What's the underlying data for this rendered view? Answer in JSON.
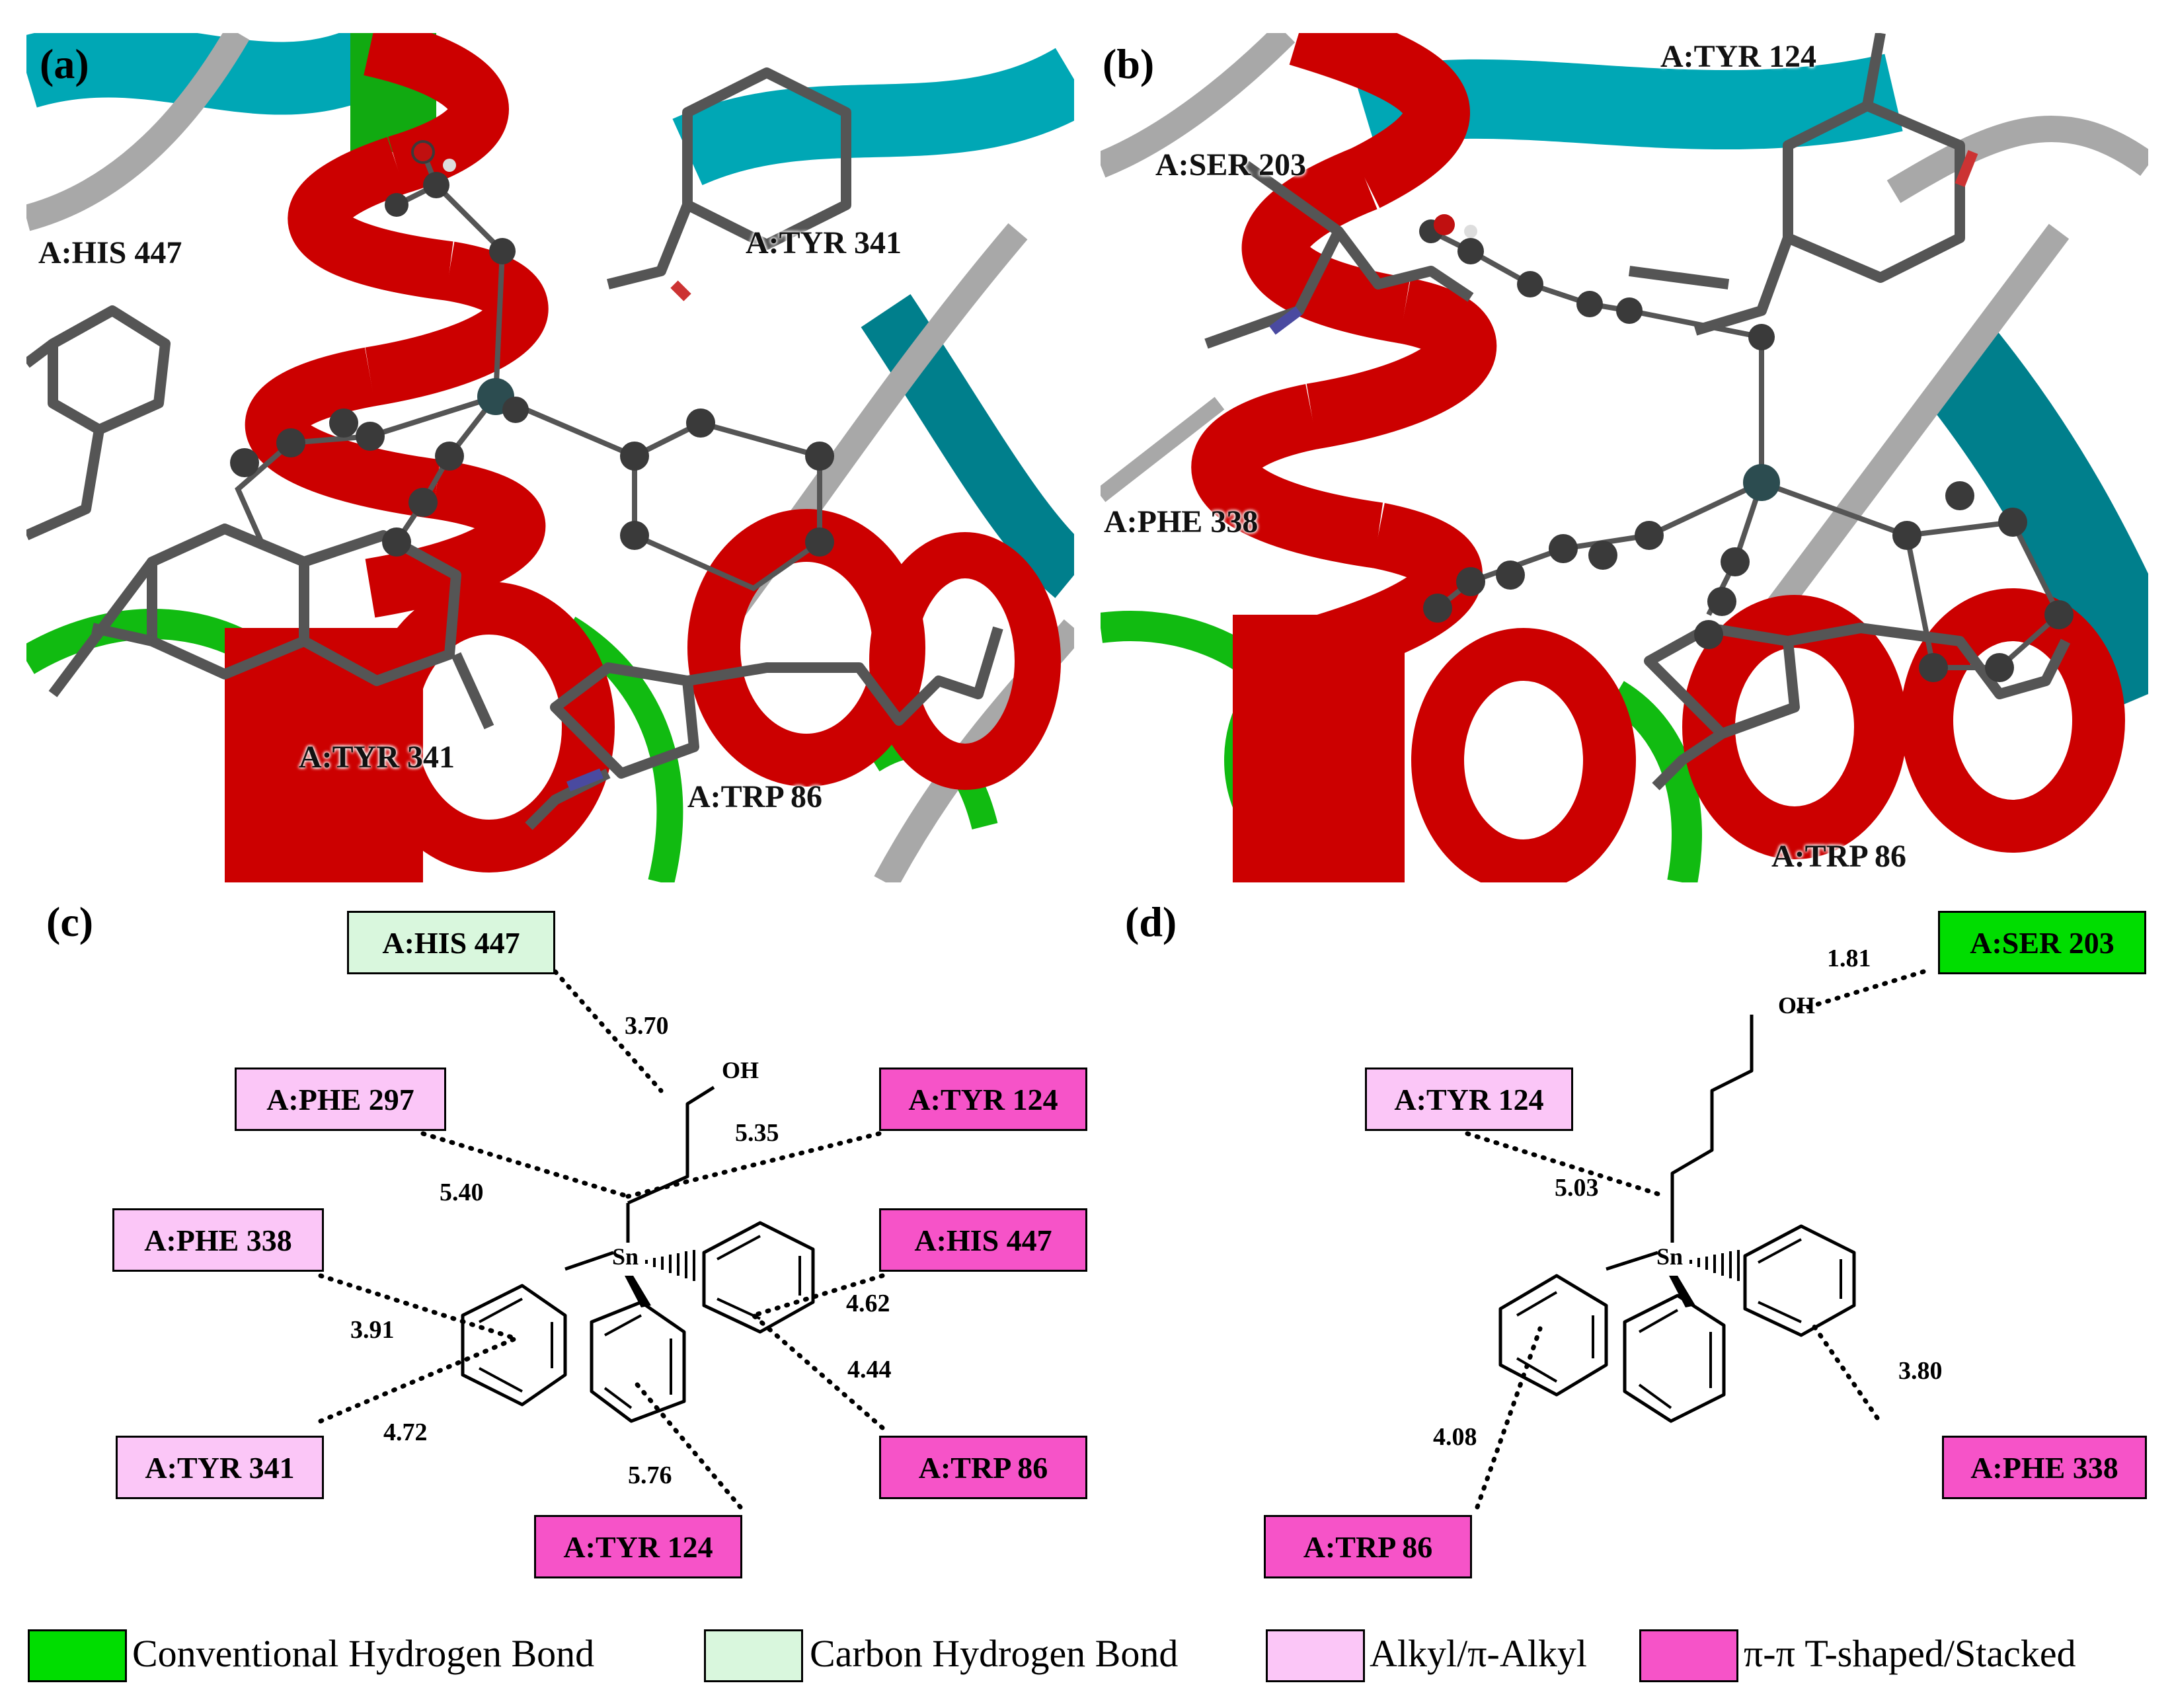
{
  "panels": {
    "a": {
      "letter": "(a)",
      "labels": [
        "A:HIS 447",
        "A:TYR 341",
        "A:TYR 341",
        "A:TRP 86"
      ]
    },
    "b": {
      "letter": "(b)",
      "labels": [
        "A:TYR 124",
        "A:SER 203",
        "A:PHE 338",
        "A:TRP 86"
      ]
    },
    "c": {
      "letter": "(c)",
      "residues": [
        "A:HIS 447",
        "A:PHE 297",
        "A:TYR 124",
        "A:PHE 338",
        "A:HIS 447",
        "A:TYR 341",
        "A:TRP 86",
        "A:TYR 124"
      ],
      "distances": [
        "3.70",
        "5.35",
        "5.40",
        "4.62",
        "3.91",
        "4.44",
        "4.72",
        "5.76"
      ],
      "atoms": {
        "oh": "OH",
        "sn": "Sn"
      }
    },
    "d": {
      "letter": "(d)",
      "residues": [
        "A:SER 203",
        "A:TYR 124",
        "A:PHE 338",
        "A:TRP 86"
      ],
      "distances": [
        "1.81",
        "5.03",
        "3.80",
        "4.08"
      ],
      "atoms": {
        "oh": "OH",
        "sn": "Sn"
      }
    }
  },
  "legend": [
    {
      "label": "Conventional Hydrogen Bond",
      "color": "#00dd00"
    },
    {
      "label": "Carbon Hydrogen Bond",
      "color": "#d9f7dd"
    },
    {
      "label": "Alkyl/π-Alkyl",
      "color": "#fbc6f7"
    },
    {
      "label": "π-π T-shaped/Stacked",
      "color": "#f653c8"
    }
  ],
  "colors": {
    "helix": "#cc0000",
    "sheet": "#00a7b5",
    "coil": "#a8a8a8",
    "turn": "#11bb11",
    "stick": "#555555",
    "ball": "#3a3a3a"
  }
}
